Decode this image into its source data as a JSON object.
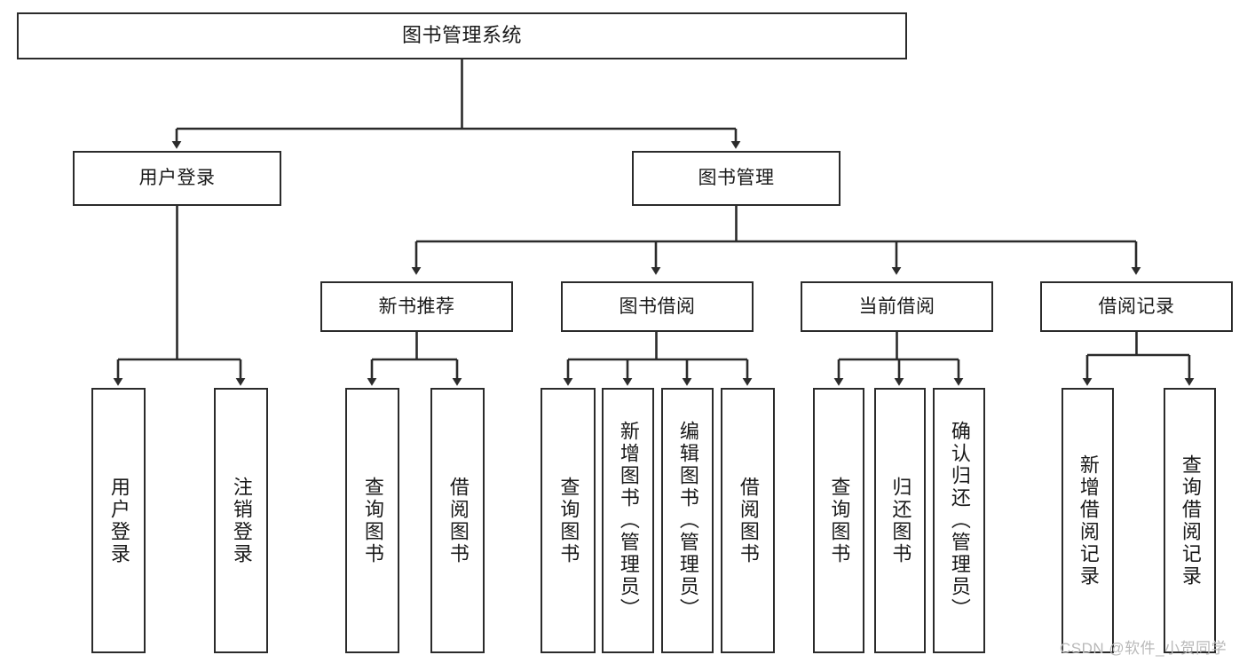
{
  "diagram": {
    "type": "tree-hierarchy-chart",
    "title": "图书管理系统",
    "watermark": "CSDN @软件_小贺同学",
    "colors": {
      "node_border": "#2b2b2b",
      "node_fill": "#ffffff",
      "edge": "#2b2b2b",
      "text": "#1a1a1a",
      "watermark": "#b9b9b9",
      "background": "#ffffff"
    },
    "nodes": {
      "root": {
        "label": "图书管理系统"
      },
      "level2": [
        {
          "id": "user-login",
          "label": "用户登录"
        },
        {
          "id": "book-management",
          "label": "图书管理"
        }
      ],
      "level3": [
        {
          "id": "new-book-recommend",
          "label": "新书推荐"
        },
        {
          "id": "book-borrow",
          "label": "图书借阅"
        },
        {
          "id": "current-borrow",
          "label": "当前借阅"
        },
        {
          "id": "borrow-record",
          "label": "借阅记录"
        }
      ],
      "leaves": {
        "user-login": [
          {
            "id": "leaf-user-login",
            "label": "用户登录"
          },
          {
            "id": "leaf-logout-login",
            "label": "注销登录"
          }
        ],
        "new-book-recommend": [
          {
            "id": "leaf-query-book-1",
            "label": "查询图书"
          },
          {
            "id": "leaf-borrow-book-1",
            "label": "借阅图书"
          }
        ],
        "book-borrow": [
          {
            "id": "leaf-query-book-2",
            "label": "查询图书"
          },
          {
            "id": "leaf-add-book",
            "label": "新增图书（管理员）"
          },
          {
            "id": "leaf-edit-book",
            "label": "编辑图书（管理员）"
          },
          {
            "id": "leaf-borrow-book-2",
            "label": "借阅图书"
          }
        ],
        "current-borrow": [
          {
            "id": "leaf-query-book-3",
            "label": "查询图书"
          },
          {
            "id": "leaf-return-book",
            "label": "归还图书"
          },
          {
            "id": "leaf-confirm-return",
            "label": "确认归还（管理员）"
          }
        ],
        "borrow-record": [
          {
            "id": "leaf-add-record",
            "label": "新增借阅记录"
          },
          {
            "id": "leaf-query-record",
            "label": "查询借阅记录"
          }
        ]
      }
    }
  }
}
